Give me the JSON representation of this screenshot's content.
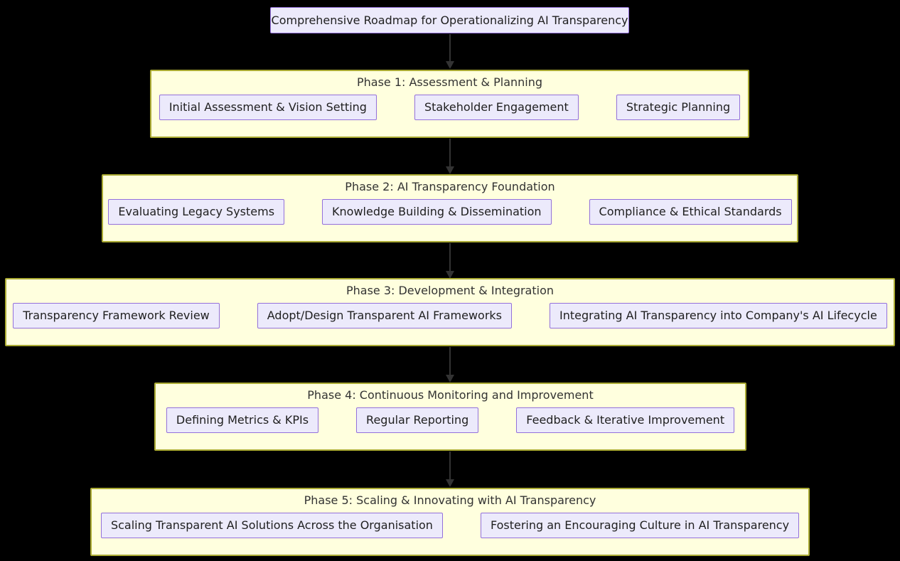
{
  "diagram": {
    "type": "flowchart-top-down",
    "root": {
      "label": "Comprehensive Roadmap for Operationalizing AI Transparency"
    },
    "phases": [
      {
        "id": "phase-1",
        "title": "Phase 1: Assessment & Planning",
        "nodes": [
          {
            "label": "Initial Assessment & Vision Setting"
          },
          {
            "label": "Stakeholder Engagement"
          },
          {
            "label": "Strategic Planning"
          }
        ]
      },
      {
        "id": "phase-2",
        "title": "Phase 2: AI Transparency Foundation",
        "nodes": [
          {
            "label": "Evaluating Legacy Systems"
          },
          {
            "label": "Knowledge Building & Dissemination"
          },
          {
            "label": "Compliance & Ethical Standards"
          }
        ]
      },
      {
        "id": "phase-3",
        "title": "Phase 3: Development & Integration",
        "nodes": [
          {
            "label": "Transparency Framework Review"
          },
          {
            "label": "Adopt/Design Transparent AI Frameworks"
          },
          {
            "label": "Integrating AI Transparency into Company's AI Lifecycle"
          }
        ]
      },
      {
        "id": "phase-4",
        "title": "Phase 4: Continuous Monitoring and Improvement",
        "nodes": [
          {
            "label": "Defining Metrics & KPIs"
          },
          {
            "label": "Regular Reporting"
          },
          {
            "label": "Feedback & Iterative Improvement"
          }
        ]
      },
      {
        "id": "phase-5",
        "title": "Phase 5: Scaling & Innovating with AI Transparency",
        "nodes": [
          {
            "label": "Scaling Transparent AI Solutions Across the Organisation"
          },
          {
            "label": "Fostering an Encouraging Culture in AI Transparency"
          }
        ]
      }
    ],
    "colors": {
      "background": "#000000",
      "node_fill": "#ECEAFB",
      "node_border": "#9370DB",
      "group_fill": "#FFFFDE",
      "group_border": "#AAAA33",
      "arrow": "#333333",
      "text": "#1f1f1f",
      "group_title_text": "#333333"
    }
  }
}
